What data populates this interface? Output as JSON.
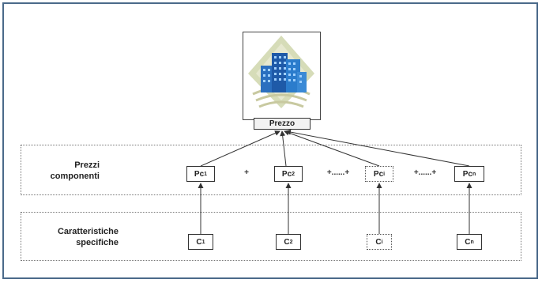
{
  "diagram": {
    "price_label": "Prezzo",
    "bands": {
      "prices_label": [
        "Prezzi",
        "componenti"
      ],
      "features_label": [
        "Caratteristiche",
        "specifiche"
      ]
    },
    "components": [
      {
        "base": "Pc",
        "sub": "1",
        "style": "solid"
      },
      {
        "base": "Pc",
        "sub": "2",
        "style": "solid"
      },
      {
        "base": "Pc",
        "sub": "i",
        "style": "dotted"
      },
      {
        "base": "Pc",
        "sub": "n",
        "style": "solid"
      }
    ],
    "features": [
      {
        "base": "C",
        "sub": "1",
        "style": "solid"
      },
      {
        "base": "C",
        "sub": "2",
        "style": "solid"
      },
      {
        "base": "C",
        "sub": "i",
        "style": "dotted"
      },
      {
        "base": "C",
        "sub": "n",
        "style": "solid"
      }
    ],
    "operators": [
      "+",
      "+......+",
      "+......+"
    ]
  }
}
